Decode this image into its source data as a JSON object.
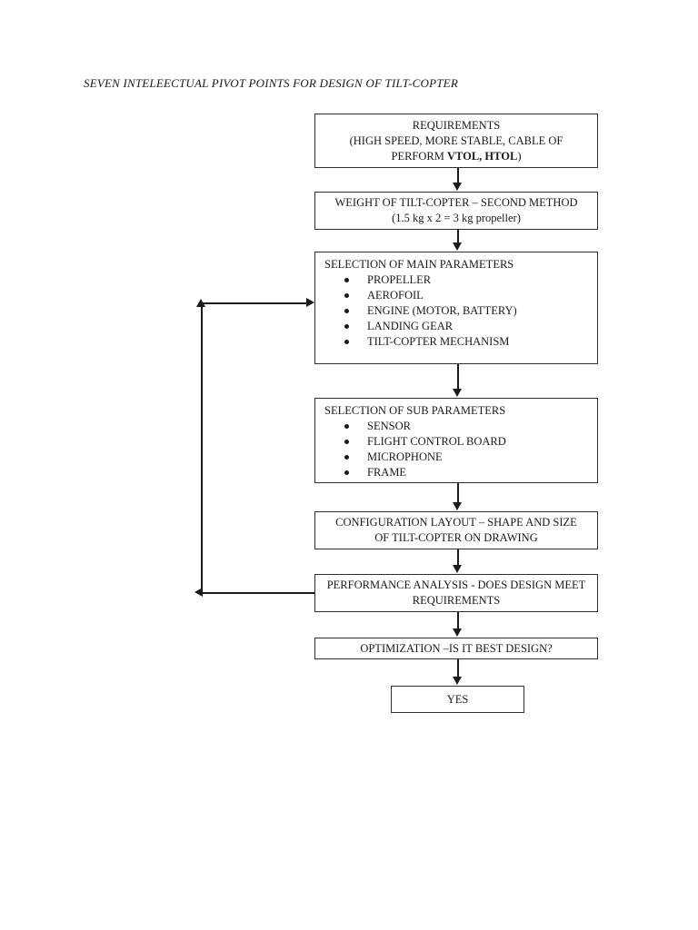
{
  "page": {
    "background": "#ffffff",
    "title_text": "SEVEN INTELEECTUAL PIVOT POINTS FOR DESIGN OF TILT-COPTER"
  },
  "colors": {
    "box_border": "#2e2e2e",
    "text": "#1a1a1a",
    "arrow": "#1a1a1a"
  },
  "flowchart": {
    "nodes": {
      "requirements": {
        "line1": "REQUIREMENTS",
        "line2": "(HIGH SPEED, MORE STABLE, CABLE OF",
        "line3_prefix": "PERFORM ",
        "line3_bold": "VTOL, HTOL",
        "line3_suffix": ")"
      },
      "weight": {
        "line1": "WEIGHT OF TILT-COPTER – SECOND METHOD",
        "line2": "(1.5 kg x 2 = 3 kg propeller)"
      },
      "main_parameters": {
        "heading": "SELECTION OF MAIN PARAMETERS",
        "items": [
          "PROPELLER",
          "AEROFOIL",
          "ENGINE (MOTOR, BATTERY)",
          "LANDING GEAR",
          "TILT-COPTER MECHANISM"
        ]
      },
      "sub_parameters": {
        "heading": "SELECTION OF SUB PARAMETERS",
        "items": [
          "SENSOR",
          "FLIGHT CONTROL BOARD",
          "MICROPHONE",
          "FRAME"
        ]
      },
      "configuration": {
        "line1": "CONFIGURATION LAYOUT – SHAPE AND SIZE",
        "line2": "OF TILT-COPTER ON DRAWING"
      },
      "performance": {
        "line1": "PERFORMANCE ANALYSIS - DOES DESIGN MEET",
        "line2": "REQUIREMENTS"
      },
      "optimization": {
        "line1": "OPTIMIZATION –IS IT BEST DESIGN?"
      },
      "yes": {
        "line1": "YES"
      }
    },
    "edges": [
      {
        "from": "requirements",
        "to": "weight",
        "type": "down-arrow"
      },
      {
        "from": "weight",
        "to": "main_parameters",
        "type": "down-arrow"
      },
      {
        "from": "main_parameters",
        "to": "sub_parameters",
        "type": "down-arrow"
      },
      {
        "from": "sub_parameters",
        "to": "configuration",
        "type": "down-arrow"
      },
      {
        "from": "configuration",
        "to": "performance",
        "type": "down-arrow"
      },
      {
        "from": "performance",
        "to": "optimization",
        "type": "down-arrow"
      },
      {
        "from": "optimization",
        "to": "yes",
        "type": "down-arrow"
      },
      {
        "from": "performance",
        "to": "main_parameters",
        "type": "feedback-loop-left"
      }
    ]
  }
}
